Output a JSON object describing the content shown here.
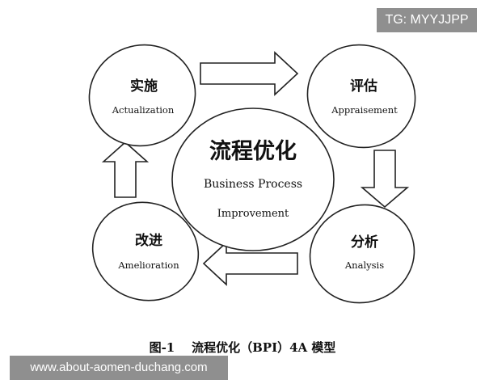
{
  "watermark": {
    "tg": "TG: MYYJJPP",
    "url": "www.about-aomen-duchang.com"
  },
  "center": {
    "title": "流程优化",
    "line1": "Business Process",
    "line2": "Improvement"
  },
  "stages": [
    {
      "cn": "实施",
      "en": "Actualization"
    },
    {
      "cn": "评估",
      "en": "Appraisement"
    },
    {
      "cn": "分析",
      "en": "Analysis"
    },
    {
      "cn": "改进",
      "en": "Amelioration"
    }
  ],
  "caption": "图-1    流程优化（BPI）4A 模型"
}
